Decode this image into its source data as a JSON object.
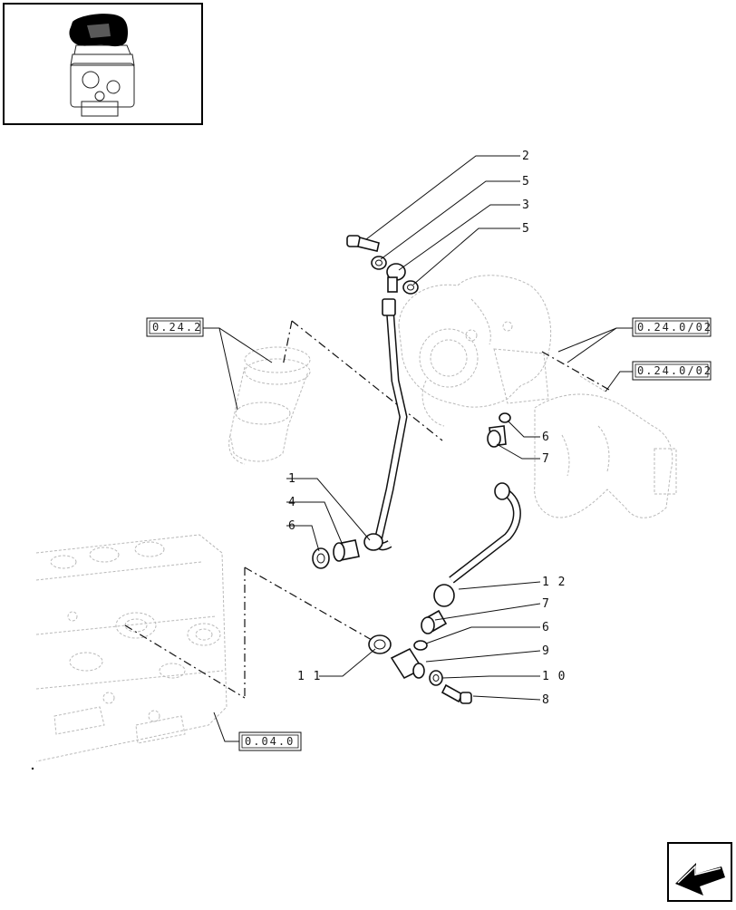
{
  "callouts": {
    "c2": "2",
    "c5a": "5",
    "c3": "3",
    "c5b": "5",
    "c6a": "6",
    "c7a": "7",
    "c1": "1",
    "c4": "4",
    "c6b": "6",
    "c12": "1 2",
    "c7b": "7",
    "c6c": "6",
    "c9": "9",
    "c10": "1 0",
    "c11": "1 1",
    "c8": "8"
  },
  "references": {
    "ref_0242": "0.24.2",
    "ref_02402_a": "0.24.0/02",
    "ref_02402_b": "0.24.0/02",
    "ref_0040": "0.04.0"
  },
  "icons": {
    "thumbnail": "engine-thumbnail-icon",
    "nav": "next-page-arrow-icon"
  }
}
